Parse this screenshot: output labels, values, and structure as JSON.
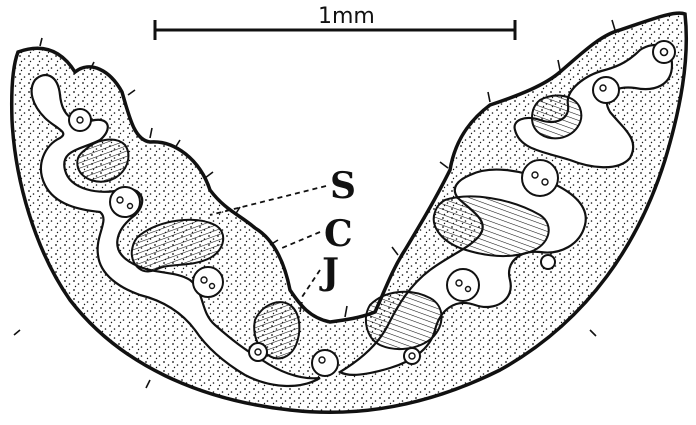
{
  "scale_bar": {
    "label": "1mm"
  },
  "labels": {
    "s": "S",
    "c": "C",
    "j": "J"
  },
  "colors": {
    "ink": "#111111",
    "paper": "#ffffff"
  }
}
